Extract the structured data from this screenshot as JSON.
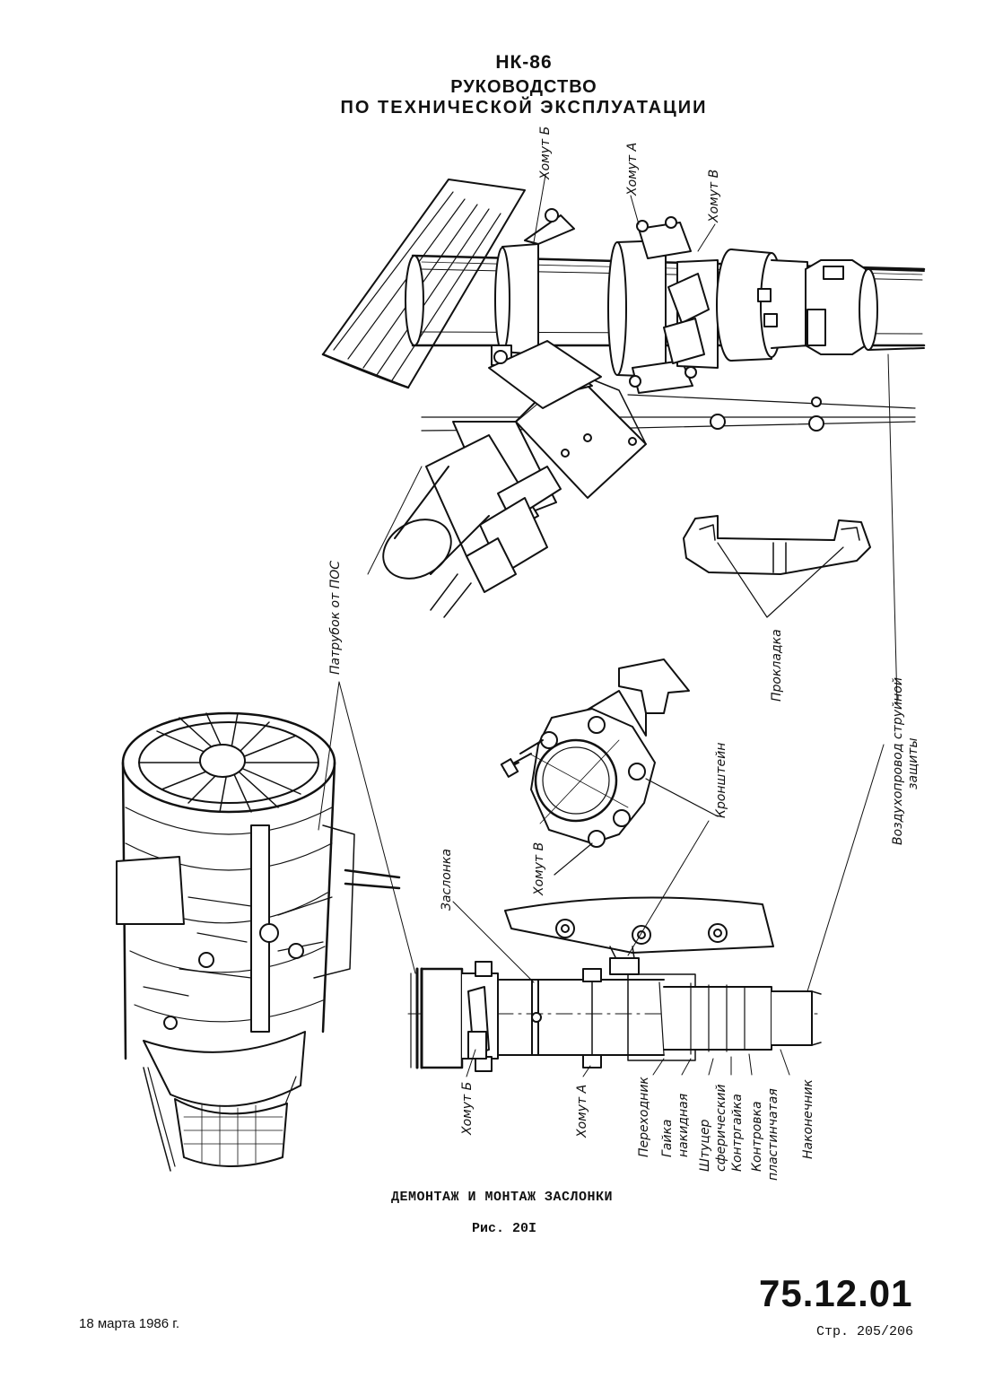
{
  "header": {
    "model": "НК-86",
    "title_line1": "РУКОВОДСТВО",
    "title_line2": "ПО ТЕХНИЧЕСКОЙ ЭКСПЛУАТАЦИИ"
  },
  "labels": {
    "khomut_b_top": "Хомут Б",
    "khomut_a_top": "Хомут А",
    "khomut_v_top": "Хомут В",
    "patrubok": "Патрубок от ПОС",
    "prokladka": "Прокладка",
    "vozdukhoprovod_1": "Воздухопровод струйной",
    "vozdukhoprovod_2": "защиты",
    "kronshtein": "Кронштейн",
    "khomut_v_mid": "Хомут В",
    "zaslonka": "Заслонка",
    "khomut_b_bot": "Хомут Б",
    "khomut_a_bot": "Хомут А",
    "perekhodnik": "Переходник",
    "gaika_1": "Гайка",
    "gaika_2": "накидная",
    "shtutser_1": "Штуцер",
    "shtutser_2": "сферический",
    "kontrgaika": "Контргайка",
    "kontrovka_1": "Контровка",
    "kontrovka_2": "пластинчатая",
    "nakonechnik": "Наконечник"
  },
  "figure": {
    "caption": "ДЕМОНТАЖ И МОНТАЖ ЗАСЛОНКИ",
    "number": "Рис. 20I"
  },
  "footer": {
    "doc_number": "75.12.01",
    "date": "18 марта 1986 г.",
    "page": "Стр. 205/206"
  }
}
